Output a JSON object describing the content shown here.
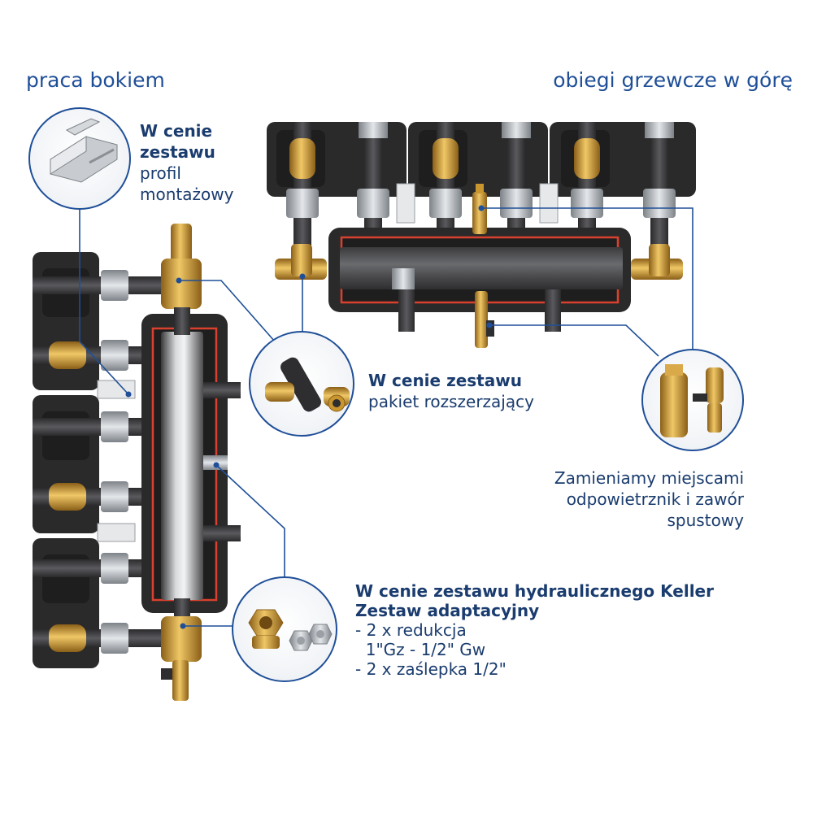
{
  "headings": {
    "left": "praca bokiem",
    "right": "obiegi grzewcze w górę"
  },
  "callouts": {
    "mounting_profile": {
      "line1": "W cenie",
      "line2": "zestawu",
      "line3": "profil",
      "line4": "montażowy"
    },
    "expansion_pack": {
      "title": "W cenie zestawu",
      "body": "pakiet rozszerzający"
    },
    "swap_note": {
      "line1": "Zamieniamy miejscami",
      "line2": "odpowietrznik i zawór",
      "line3": "spustowy"
    },
    "adapter_set": {
      "title1": "W cenie zestawu hydraulicznego Keller",
      "title2": "Zestaw adaptacyjny",
      "item1": "- 2 x redukcja",
      "item1b": "  1\"Gz - 1/2\" Gw",
      "item2": "- 2 x zaślepka 1/2\""
    }
  },
  "colors": {
    "heading_blue": "#1f4f98",
    "text_navy": "#1a3c6e",
    "leader_line": "#1f4f98",
    "insulation": "#2b2a2a",
    "pipe": "#3a3a3c",
    "brass": "#c9952f",
    "cutaway_red": "#d9412e"
  }
}
